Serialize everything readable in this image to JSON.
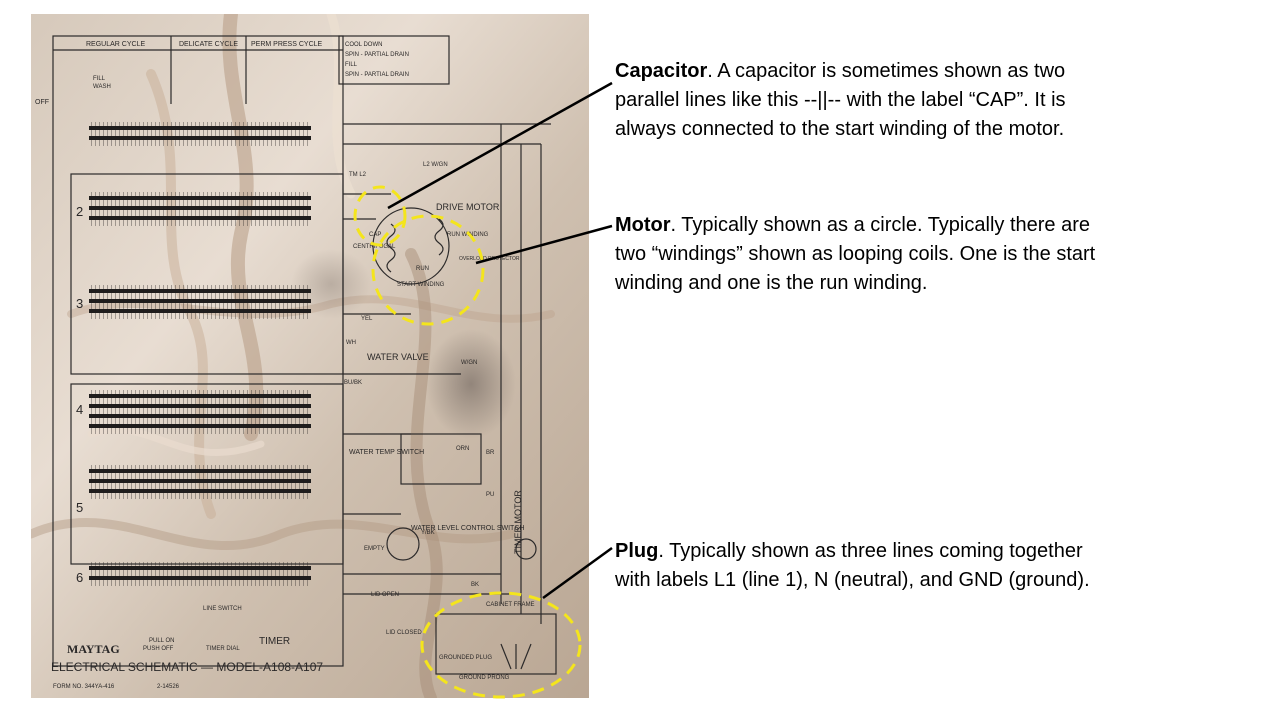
{
  "photo": {
    "cycle_headers": [
      "REGULAR CYCLE",
      "DELICATE CYCLE",
      "PERM PRESS CYCLE"
    ],
    "legend_lines": [
      "COOL DOWN",
      "SPIN - PARTIAL DRAIN",
      "FILL",
      "SPIN - PARTIAL DRAIN"
    ],
    "row_numbers": [
      "2",
      "3",
      "4",
      "5",
      "6"
    ],
    "off_label": "OFF",
    "fill_wash": [
      "FILL",
      "WASH"
    ],
    "component_labels": {
      "drive_motor": "DRIVE MOTOR",
      "cap": "CAP",
      "centrifugal": "CENTRIFUGAL",
      "run_winding": "RUN WINDING",
      "start_winding": "START WINDING",
      "overload_protector": "OVERLOAD PROTECTOR",
      "run": "RUN",
      "water_valve": "WATER VALVE",
      "water_temp_switch": "WATER TEMP SWITCH",
      "water_level_switch": "WATER LEVEL CONTROL SWITCH",
      "timer_motor": "TIMER MOTOR",
      "cabinet_frame": "CABINET FRAME",
      "grounded_plug": "GROUNDED PLUG",
      "ground_prong": "GROUND PRONG",
      "lid_open": "LID OPEN",
      "lid_closed": "LID CLOSED",
      "timer": "TIMER",
      "timer_dial": "TIMER DIAL",
      "line_switch": "LINE SWITCH",
      "pull_on": "PULL ON",
      "push_off": "PUSH OFF",
      "empty": "EMPTY",
      "wire_tags": [
        "L2 W/GN",
        "TM L2",
        "W/GN",
        "YEL",
        "BU/BK",
        "Y/BK",
        "BK",
        "PU",
        "ORN",
        "WH",
        "BR"
      ]
    },
    "brand": "MAYTAG",
    "title": "ELECTRICAL   SCHEMATIC — MODEL-A108-A107",
    "form_no": "FORM NO. 344YA-416",
    "part_no": "2-14526",
    "highlight_color": "#f4e51c"
  },
  "notes": {
    "capacitor": {
      "title": "Capacitor",
      "text": ". A capacitor is sometimes shown as two parallel lines like this  --||--  with the label “CAP”.  It is always connected to the start winding of the motor."
    },
    "motor": {
      "title": "Motor",
      "text": ". Typically shown as a circle. Typically there are two “windings” shown as looping coils. One is the start winding and one is the run winding."
    },
    "plug": {
      "title": "Plug",
      "text": ". Typically shown as three lines coming together with labels L1 (line 1), N (neutral), and GND (ground)."
    }
  }
}
